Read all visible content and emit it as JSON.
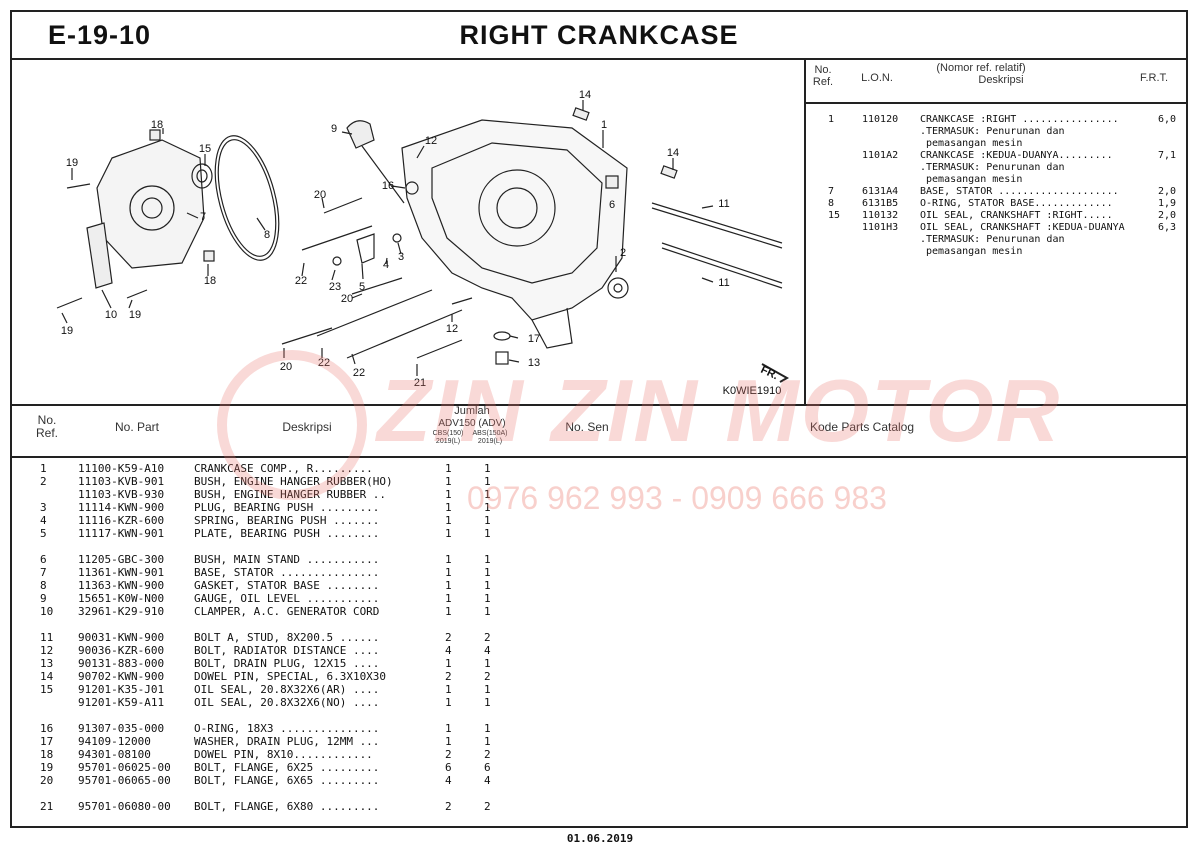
{
  "page": {
    "code": "E-19-10",
    "title": "RIGHT CRANKCASE",
    "date": "01.06.2019"
  },
  "diagram": {
    "image_code": "K0WIE1910",
    "direction_marker": "FR.",
    "callouts": [
      "1",
      "2",
      "3",
      "4",
      "5",
      "6",
      "7",
      "8",
      "9",
      "10",
      "11",
      "11",
      "12",
      "12",
      "13",
      "14",
      "14",
      "15",
      "16",
      "17",
      "18",
      "18",
      "19",
      "19",
      "19",
      "20",
      "20",
      "20",
      "21",
      "22",
      "22",
      "22",
      "23"
    ]
  },
  "ref_table": {
    "headers": {
      "no_ref": "No.\nRef.",
      "lon": "L.O.N.",
      "desc_top": "(Nomor ref. relatif)",
      "desc": "Deskripsi",
      "frt": "F.R.T."
    },
    "rows": [
      {
        "ref": "1",
        "lon": "110120",
        "desc": "CRANKCASE :RIGHT ................",
        "frt": "6,0"
      },
      {
        "ref": "",
        "lon": "",
        "desc": ".TERMASUK: Penurunan dan",
        "frt": ""
      },
      {
        "ref": "",
        "lon": "",
        "desc": " pemasangan mesin",
        "frt": ""
      },
      {
        "ref": "",
        "lon": "1101A2",
        "desc": "CRANKCASE :KEDUA-DUANYA.........",
        "frt": "7,1"
      },
      {
        "ref": "",
        "lon": "",
        "desc": ".TERMASUK: Penurunan dan",
        "frt": ""
      },
      {
        "ref": "",
        "lon": "",
        "desc": " pemasangan mesin",
        "frt": ""
      },
      {
        "ref": "7",
        "lon": "6131A4",
        "desc": "BASE, STATOR ....................",
        "frt": "2,0"
      },
      {
        "ref": "8",
        "lon": "6131B5",
        "desc": "O-RING, STATOR BASE.............",
        "frt": "1,9"
      },
      {
        "ref": "15",
        "lon": "110132",
        "desc": "OIL SEAL, CRANKSHAFT :RIGHT.....",
        "frt": "2,0"
      },
      {
        "ref": "",
        "lon": "1101H3",
        "desc": "OIL SEAL, CRANKSHAFT :KEDUA-DUANYA",
        "frt": "6,3"
      },
      {
        "ref": "",
        "lon": "",
        "desc": ".TERMASUK: Penurunan dan",
        "frt": ""
      },
      {
        "ref": "",
        "lon": "",
        "desc": " pemasangan mesin",
        "frt": ""
      }
    ]
  },
  "parts_table": {
    "headers": {
      "no_ref": "No.\nRef.",
      "no_part": "No. Part",
      "desc": "Deskripsi",
      "qty": "Jumlah",
      "model": "ADV150 (ADV)",
      "col1": "CBS(150)\n2019(L)",
      "col2": "ABS(150A)\n2019(L)",
      "no_sen": "No. Sen",
      "catalog": "Kode Parts Catalog"
    },
    "rows": [
      {
        "ref": "1",
        "part": "11100-K59-A10",
        "desc": "CRANKCASE COMP., R.........",
        "q1": "1",
        "q2": "1"
      },
      {
        "ref": "2",
        "part": "11103-KVB-901",
        "desc": "BUSH, ENGINE HANGER RUBBER(HO)",
        "q1": "1",
        "q2": "1"
      },
      {
        "ref": "",
        "part": "11103-KVB-930",
        "desc": "BUSH, ENGINE HANGER RUBBER ..",
        "q1": "1",
        "q2": "1"
      },
      {
        "ref": "3",
        "part": "11114-KWN-900",
        "desc": "PLUG, BEARING PUSH .........",
        "q1": "1",
        "q2": "1"
      },
      {
        "ref": "4",
        "part": "11116-KZR-600",
        "desc": "SPRING, BEARING PUSH .......",
        "q1": "1",
        "q2": "1"
      },
      {
        "ref": "5",
        "part": "11117-KWN-901",
        "desc": "PLATE, BEARING PUSH ........",
        "q1": "1",
        "q2": "1"
      },
      {
        "ref": "6",
        "part": "11205-GBC-300",
        "desc": "BUSH, MAIN STAND ...........",
        "q1": "1",
        "q2": "1"
      },
      {
        "ref": "7",
        "part": "11361-KWN-901",
        "desc": "BASE, STATOR ...............",
        "q1": "1",
        "q2": "1"
      },
      {
        "ref": "8",
        "part": "11363-KWN-900",
        "desc": "GASKET, STATOR BASE ........",
        "q1": "1",
        "q2": "1"
      },
      {
        "ref": "9",
        "part": "15651-K0W-N00",
        "desc": "GAUGE, OIL LEVEL ...........",
        "q1": "1",
        "q2": "1"
      },
      {
        "ref": "10",
        "part": "32961-K29-910",
        "desc": "CLAMPER, A.C. GENERATOR CORD",
        "q1": "1",
        "q2": "1"
      },
      {
        "ref": "11",
        "part": "90031-KWN-900",
        "desc": "BOLT A, STUD, 8X200.5 ......",
        "q1": "2",
        "q2": "2"
      },
      {
        "ref": "12",
        "part": "90036-KZR-600",
        "desc": "BOLT, RADIATOR DISTANCE ....",
        "q1": "4",
        "q2": "4"
      },
      {
        "ref": "13",
        "part": "90131-883-000",
        "desc": "BOLT, DRAIN PLUG, 12X15 ....",
        "q1": "1",
        "q2": "1"
      },
      {
        "ref": "14",
        "part": "90702-KWN-900",
        "desc": "DOWEL PIN, SPECIAL, 6.3X10X30",
        "q1": "2",
        "q2": "2"
      },
      {
        "ref": "15",
        "part": "91201-K35-J01",
        "desc": "OIL SEAL, 20.8X32X6(AR) ....",
        "q1": "1",
        "q2": "1"
      },
      {
        "ref": "",
        "part": "91201-K59-A11",
        "desc": "OIL SEAL, 20.8X32X6(NO) ....",
        "q1": "1",
        "q2": "1"
      },
      {
        "ref": "16",
        "part": "91307-035-000",
        "desc": "O-RING, 18X3 ...............",
        "q1": "1",
        "q2": "1"
      },
      {
        "ref": "17",
        "part": "94109-12000",
        "desc": "WASHER, DRAIN PLUG, 12MM ...",
        "q1": "1",
        "q2": "1"
      },
      {
        "ref": "18",
        "part": "94301-08100",
        "desc": "DOWEL PIN, 8X10............",
        "q1": "2",
        "q2": "2"
      },
      {
        "ref": "19",
        "part": "95701-06025-00",
        "desc": "BOLT, FLANGE, 6X25 .........",
        "q1": "6",
        "q2": "6"
      },
      {
        "ref": "20",
        "part": "95701-06065-00",
        "desc": "BOLT, FLANGE, 6X65 .........",
        "q1": "4",
        "q2": "4"
      },
      {
        "ref": "21",
        "part": "95701-06080-00",
        "desc": "BOLT, FLANGE, 6X80 .........",
        "q1": "2",
        "q2": "2"
      }
    ]
  },
  "watermark": {
    "brand": "ZIN ZIN MOTOR",
    "phone": "0976 962 993 - 0909 666 983"
  }
}
